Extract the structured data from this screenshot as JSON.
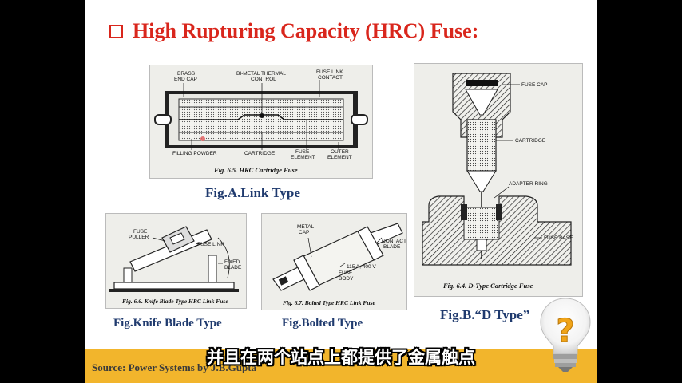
{
  "slide": {
    "title": "High Rupturing Capacity (HRC) Fuse:"
  },
  "figures": {
    "link": {
      "caption": "Fig.A.Link Type",
      "inner_caption": "Fig. 6.5.  HRC Cartridge Fuse",
      "labels": {
        "brass": "BRASS",
        "end_cap": "END CAP",
        "bimetal": "BI-METAL THERMAL",
        "control": "CONTROL",
        "fuse_link": "FUSE LINK",
        "contact": "CONTACT",
        "filling": "FILLING POWDER",
        "cartridge": "CARTRIDGE",
        "fuse": "FUSE",
        "element": "ELEMENT",
        "outer": "OUTER",
        "outer_element": "ELEMENT"
      }
    },
    "knife": {
      "caption": "Fig.Knife Blade Type",
      "inner_caption": "Fig. 6.6.  Knife Blade Type HRC Link Fuse",
      "labels": {
        "fuse": "FUSE",
        "puller": "PULLER",
        "fuse_link": "FUSE LINK",
        "fixed": "FIXED",
        "blade": "BLADE"
      }
    },
    "bolted": {
      "caption": "Fig.Bolted Type",
      "inner_caption": "Fig. 6.7.  Bolted Type HRC Link Fuse",
      "labels": {
        "metal": "METAL",
        "cap": "CAP",
        "contact": "CONTACT",
        "blade": "BLADE",
        "rating": "115 A, 400 V",
        "fuse": "FUSE",
        "body": "BODY"
      }
    },
    "dtype": {
      "caption": "Fig.B.“D Type”",
      "inner_caption": "Fig. 6.4.  D-Type Cartridge Fuse",
      "labels": {
        "fuse_cap": "FUSE CAP",
        "cartridge": "CARTRIDGE",
        "adapter_ring": "ADAPTER RING",
        "fuse_base": "FUSE BASE"
      }
    }
  },
  "footer": {
    "source": "Source: Power Systems by J.B.Gupta"
  },
  "subtitle": "并且在两个站点上都提供了金属触点",
  "colors": {
    "title": "#d9261c",
    "caption": "#1f3a6e",
    "footer_bar": "#f2b52c"
  }
}
